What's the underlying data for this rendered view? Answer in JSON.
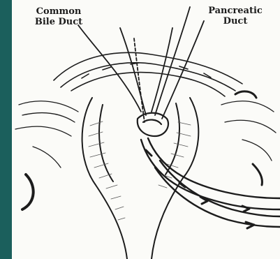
{
  "labels": {
    "left_line1": "Common",
    "left_line2": "Bile Duct",
    "right_line1": "Pancreatic",
    "right_line2": "Duct"
  },
  "colors": {
    "border": "#1b5f5c",
    "panel": "#fbfbf8",
    "ink": "#1c1c1c"
  }
}
